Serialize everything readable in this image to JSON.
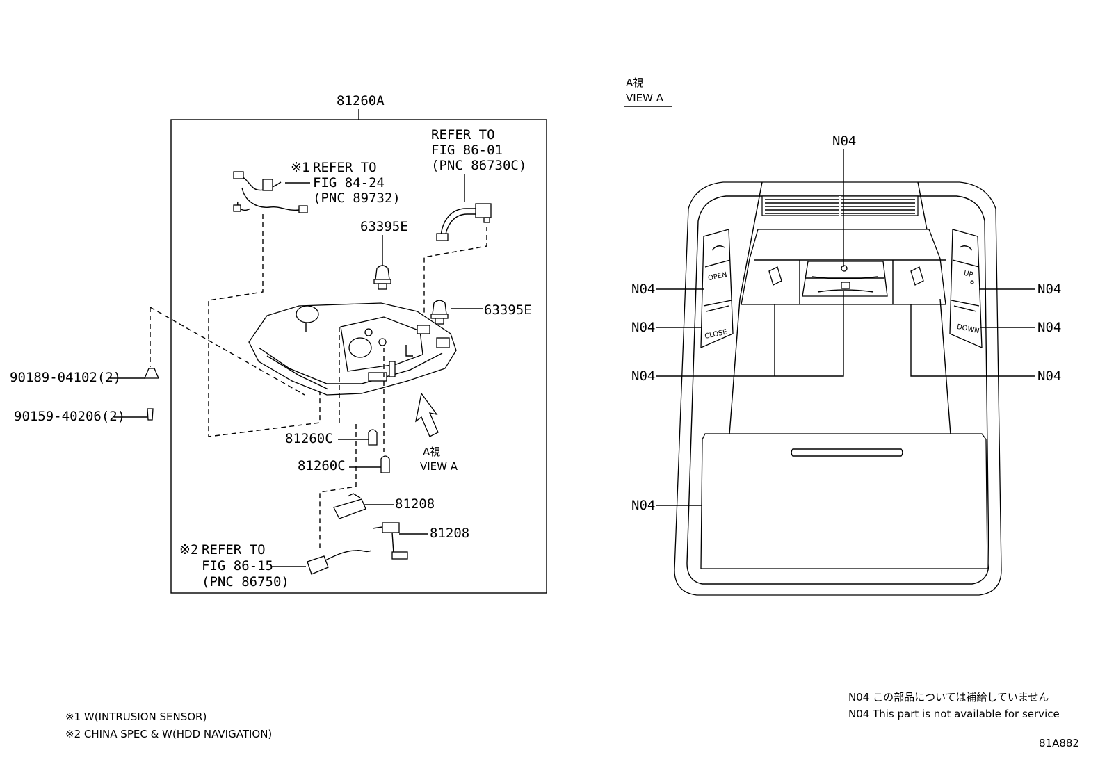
{
  "left_group": {
    "box_label": "81260A",
    "refer1": {
      "mark": "※1",
      "line1": "REFER TO",
      "line2": "FIG 84-24",
      "line3": "(PNC 89732)"
    },
    "refer_top": {
      "line1": "REFER TO",
      "line2": "FIG 86-01",
      "line3": "(PNC 86730C)"
    },
    "refer2": {
      "mark": "※2",
      "line1": "REFER TO",
      "line2": "FIG 86-15",
      "line3": "(PNC 86750)"
    },
    "part_63395e_a": "63395E",
    "part_63395e_b": "63395E",
    "part_81260c_a": "81260C",
    "part_81260c_b": "81260C",
    "part_81208_a": "81208",
    "part_81208_b": "81208",
    "view_jp": "A視",
    "view_en": "VIEW A"
  },
  "outside_parts": {
    "clip": "90189-04102(2)",
    "screw": "90159-40206(2)"
  },
  "right_group": {
    "view_jp": "A視",
    "view_en": "VIEW A",
    "top_label": "N04",
    "left_labels": [
      "N04",
      "N04",
      "N04",
      "N04"
    ],
    "right_labels": [
      "N04",
      "N04",
      "N04"
    ],
    "buttons": {
      "open": "OPEN",
      "close": "CLOSE",
      "up": "UP",
      "down": "DOWN"
    }
  },
  "footnotes": {
    "note1": "※1 W(INTRUSION SENSOR)",
    "note2": "※2 CHINA SPEC & W(HDD NAVIGATION)"
  },
  "service_note": {
    "jp": "N04 この部品については補給していません",
    "en": "N04 This part is not available for service"
  },
  "figure_code": "81A882"
}
